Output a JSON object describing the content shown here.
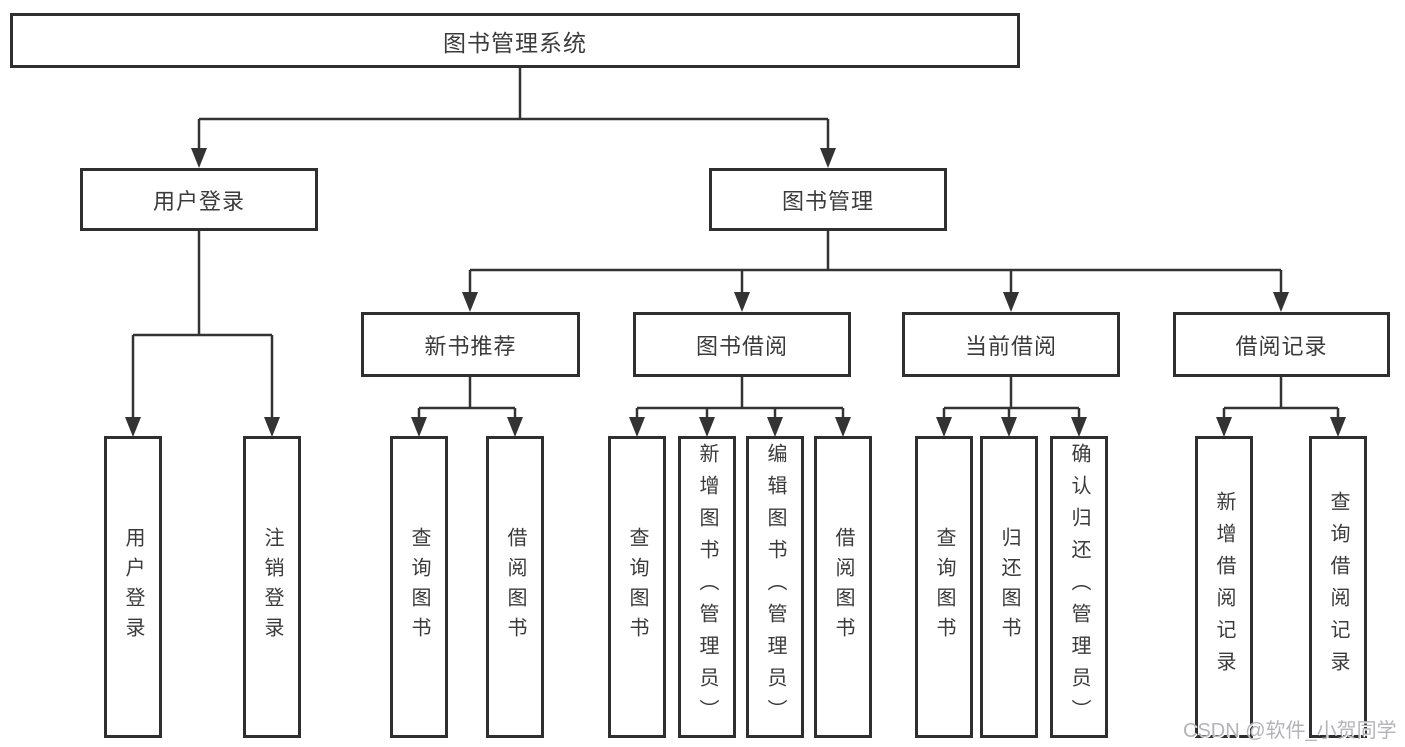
{
  "colors": {
    "line": "#333333",
    "box_border": "#2f2f2f",
    "text": "#3b3b3b",
    "watermark": "#b4b4b8",
    "background": "#ffffff"
  },
  "nodes": {
    "root": {
      "label": "图书管理系统"
    },
    "user_login": {
      "label": "用户登录",
      "children": [
        {
          "label": "用户登录"
        },
        {
          "label": "注销登录"
        }
      ]
    },
    "book_management": {
      "label": "图书管理"
    },
    "new_book_recommend": {
      "label": "新书推荐",
      "children": [
        {
          "label": "查询图书"
        },
        {
          "label": "借阅图书"
        }
      ]
    },
    "book_borrow": {
      "label": "图书借阅",
      "children": [
        {
          "label": "查询图书"
        },
        {
          "label": "新增图书（管理员）"
        },
        {
          "label": "编辑图书（管理员）"
        },
        {
          "label": "借阅图书"
        }
      ]
    },
    "current_borrow": {
      "label": "当前借阅",
      "children": [
        {
          "label": "查询图书"
        },
        {
          "label": "归还图书"
        },
        {
          "label": "确认归还（管理员）"
        }
      ]
    },
    "borrow_records": {
      "label": "借阅记录",
      "children": [
        {
          "label": "新增借阅记录"
        },
        {
          "label": "查询借阅记录"
        }
      ]
    }
  },
  "watermark": "CSDN @软件_小贺同学"
}
